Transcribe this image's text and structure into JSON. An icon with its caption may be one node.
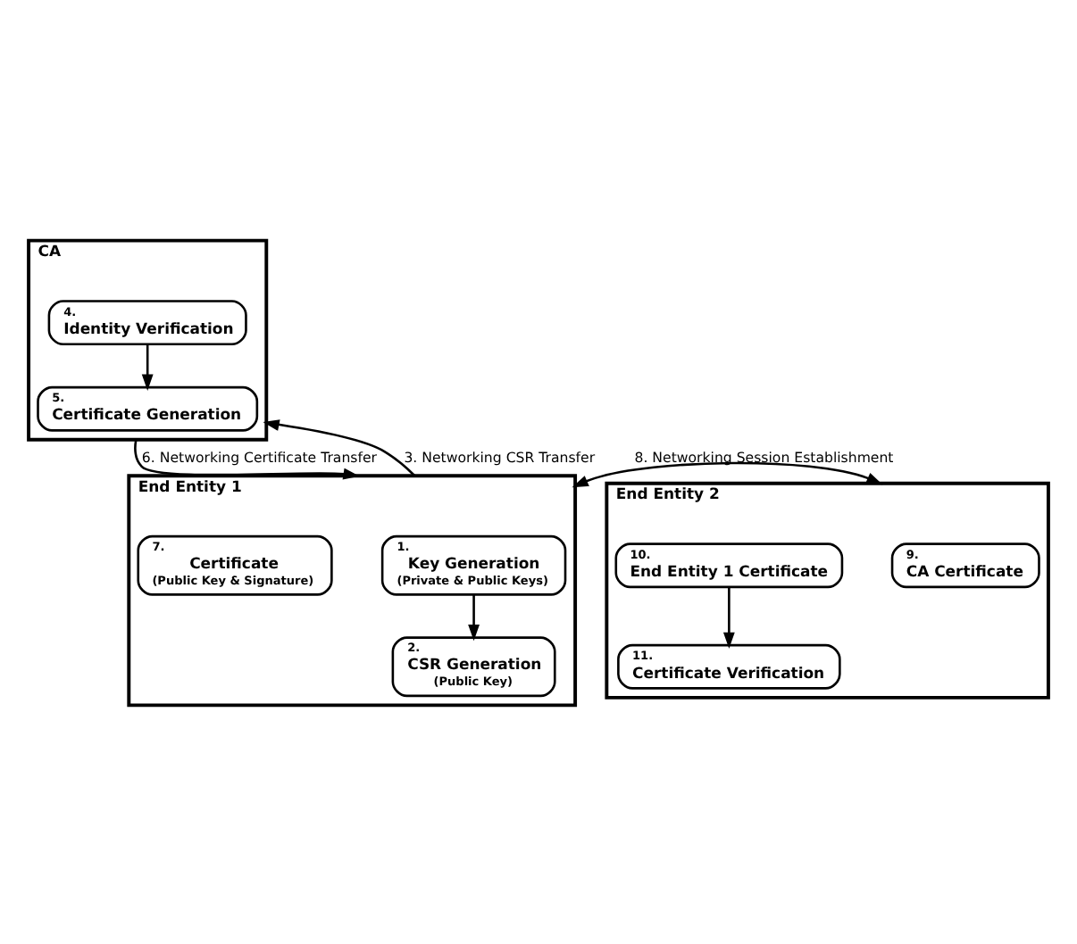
{
  "diagram": {
    "nodes": [
      {
        "text": [
          "CA"
        ]
      },
      {
        "text": [
          "4.",
          "Identity Verification"
        ],
        "in": 0
      },
      {
        "text": [
          "5.",
          "Certificate Generation"
        ],
        "in": 0
      },
      {
        "text": [
          "End Entity 1"
        ]
      },
      {
        "text": [
          "1.",
          "Key Generation",
          "(Private & Public Keys)"
        ],
        "in": 3
      },
      {
        "text": [
          "2.",
          "CSR Generation",
          "(Public Key)"
        ],
        "in": 3
      },
      {
        "text": [
          "7.",
          "Certificate",
          "(Public Key & Signature)"
        ],
        "in": 3
      },
      {
        "text": [
          "End Entity 2"
        ]
      },
      {
        "text": [
          "9.",
          "CA Certificate"
        ],
        "in": 7
      },
      {
        "text": [
          "10.",
          "End Entity 1 Certificate"
        ],
        "in": 7
      },
      {
        "text": [
          "11.",
          "Certificate Verification"
        ],
        "in": 7
      }
    ],
    "edges": [
      {
        "from": 1,
        "to": 2,
        "arrow": "to"
      },
      {
        "from": 0,
        "to": 3,
        "arrow": "to",
        "label": "6. Networking Certificate Transfer"
      },
      {
        "from": 3,
        "to": 0,
        "arrow": "to",
        "label": "3. Networking CSR Transfer"
      },
      {
        "from": 4,
        "to": 5,
        "arrow": "to"
      },
      {
        "from": 3,
        "to": 7,
        "arrow": "both",
        "label": "8. Networking Session Establishment"
      },
      {
        "from": 9,
        "to": 10,
        "arrow": "to"
      }
    ]
  }
}
